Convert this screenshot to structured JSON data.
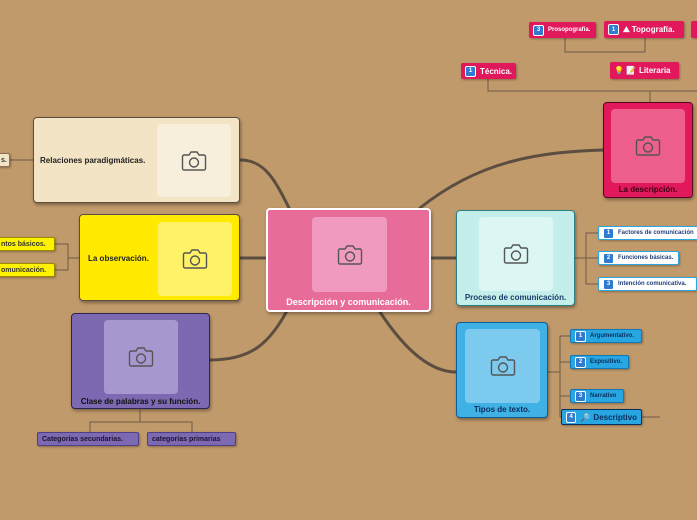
{
  "central": {
    "label": "Descripción y comunicación."
  },
  "relaciones": {
    "label": "Relaciones paradigmáticas."
  },
  "relaciones_cut": {
    "label": "s."
  },
  "observacion": {
    "label": "La observación."
  },
  "observacion_children": [
    {
      "label": "ntos básicos."
    },
    {
      "label": "omunicación."
    }
  ],
  "clase": {
    "label": "Clase de palabras y su función."
  },
  "clase_children": [
    {
      "label": "Categorías secundarias."
    },
    {
      "label": "categorías primarias"
    }
  ],
  "proceso": {
    "label": "Proceso de comunicación."
  },
  "proceso_children": [
    {
      "num": "1",
      "label": "Factores de comunicación"
    },
    {
      "num": "2",
      "label": "Funciones básicas."
    },
    {
      "num": "3",
      "label": "Intención comunicativa."
    }
  ],
  "tipos": {
    "label": "Tipos de texto."
  },
  "tipos_children": [
    {
      "num": "1",
      "label": "Argumentativo."
    },
    {
      "num": "2",
      "label": "Expositivo."
    },
    {
      "num": "3",
      "label": "Narrativo"
    },
    {
      "num": "4",
      "label": "Descriptivo"
    }
  ],
  "descripcion": {
    "label": "La descripción."
  },
  "descripcion_children": {
    "tecnica": {
      "num": "1",
      "label": "Técnica."
    },
    "literaria": {
      "label": "Literaria"
    },
    "prosopografia": {
      "num": "3",
      "label": "Prosopografía."
    },
    "topografia": {
      "num": "1",
      "label": "Topografía."
    }
  },
  "colors": {
    "background": "#c19a6b",
    "central": "#e86c99",
    "descripcion": "#e2185c",
    "proceso": "#c3eeea",
    "tipos": "#40b1e4",
    "observacion": "#ffea00",
    "relaciones": "#f2e4c5",
    "clase": "#7c69b1",
    "connector": "#5b4e41"
  },
  "icons": [
    "camera-icon",
    "lightbulb-icon",
    "memo-icon",
    "magnifier-icon",
    "mountain-icon"
  ]
}
